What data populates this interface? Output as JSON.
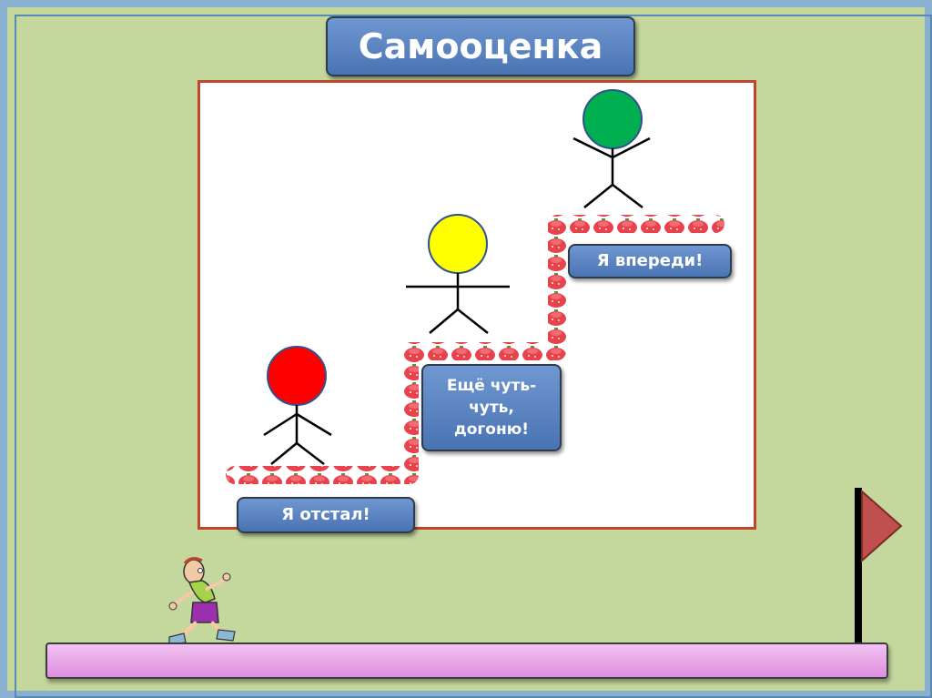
{
  "slide": {
    "title": "Самооценка"
  },
  "steps": [
    {
      "label": "Я отстал!",
      "head_color": "#ff0000"
    },
    {
      "label_lines": [
        "Ещё чуть-",
        "чуть,",
        "догоню!"
      ],
      "head_color": "#ffff00"
    },
    {
      "label": "Я впереди!",
      "head_color": "#00b050"
    }
  ],
  "colors": {
    "background": "#c4d79c",
    "label_fill": "#4f81bd",
    "panel_border": "#c0462b",
    "stair_pattern": "#e8424f",
    "track": "#e6a5e6",
    "flag": "#c0504d"
  },
  "icons": [
    "stick-figure",
    "runner-cartoon",
    "finish-flag"
  ]
}
